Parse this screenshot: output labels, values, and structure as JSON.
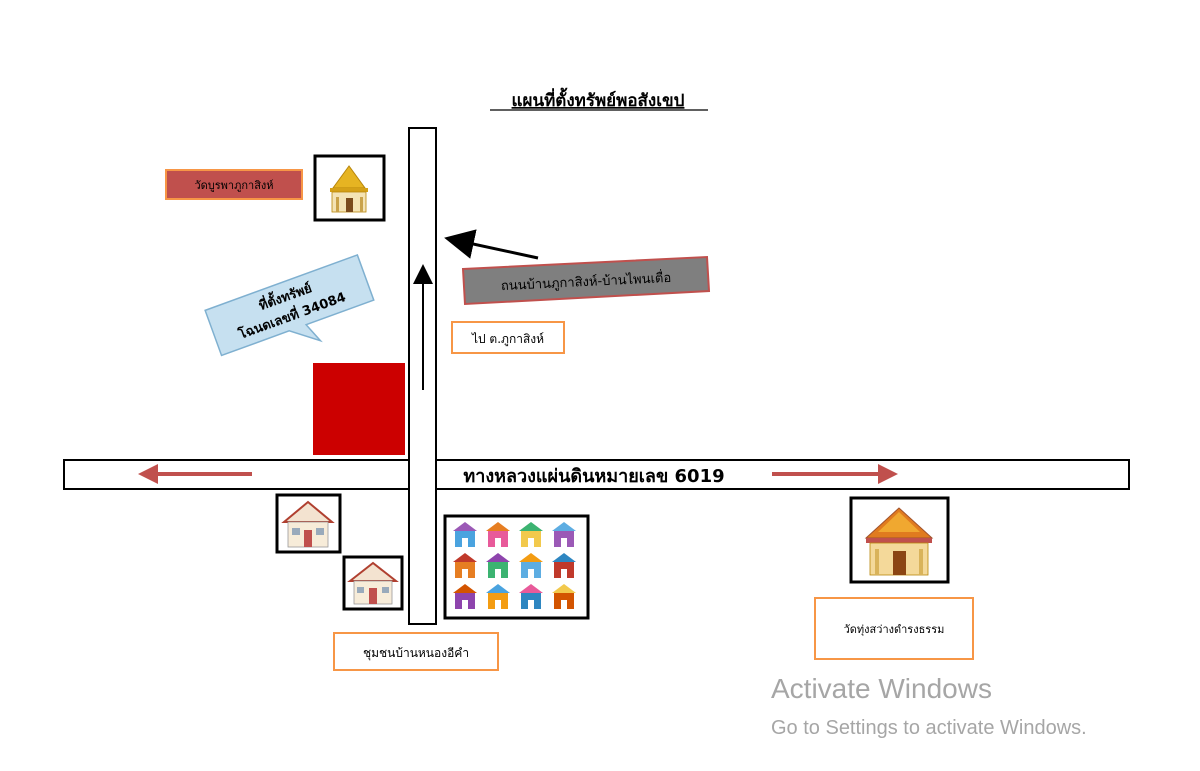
{
  "map": {
    "title": "แผนที่ตั้งทรัพย์พอสังเขป",
    "highway_label": "ทางหลวงแผ่นดินหมายเลข 6019",
    "temple_north_label": "วัดบูรพาภูกาสิงห์",
    "road_label": "ถนนบ้านภูกาสิงห์-บ้านไพนเตื่อ",
    "direction_label": "ไป ต.ภูกาสิงห์",
    "property_callout_line1": "ที่ตั้งทรัพย์",
    "property_callout_line2": "โฉนดเลขที่ 34084",
    "community_label": "ชุมชนบ้านหนองอีคำ",
    "temple_east_label": "วัดทุ่งสว่างดำรงธรรม"
  },
  "watermark": {
    "line1": "Activate Windows",
    "line2": "Go to Settings to activate Windows."
  },
  "colors": {
    "property_plot": "#cc0000",
    "temple_label_fill": "#c0504d",
    "road_label_fill": "#7f7f7f",
    "callout_fill": "#c6e0f0",
    "arrow_red": "#c0504d",
    "orange_border": "#f79646",
    "watermark": "#a6a6a6"
  },
  "icons": [
    "temple-icon",
    "house-icon",
    "town-houses-icon",
    "large-temple-icon"
  ]
}
